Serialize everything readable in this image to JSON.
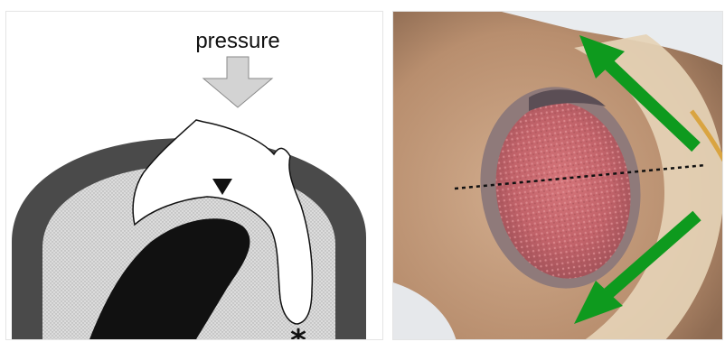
{
  "diagram": {
    "pressure_label": "pressure",
    "marker_asterisk": "*",
    "colors": {
      "outer_layer": "#4a4a4a",
      "dotted_tissue": "#d9d9d9",
      "bone": "#111111",
      "cavity": "#ffffff",
      "arrow_fill": "#d3d3d3",
      "arrowhead_marker": "#111111"
    }
  },
  "photo": {
    "colors": {
      "arrows": "#0e9a1e",
      "incision_line": "#111111",
      "wound_bed": "#c96a6e",
      "skin": "#c8a184",
      "dressing": "#e5d2b6"
    },
    "icons": [
      "up-left-arrow",
      "down-left-arrow",
      "dotted-incision-line"
    ]
  }
}
